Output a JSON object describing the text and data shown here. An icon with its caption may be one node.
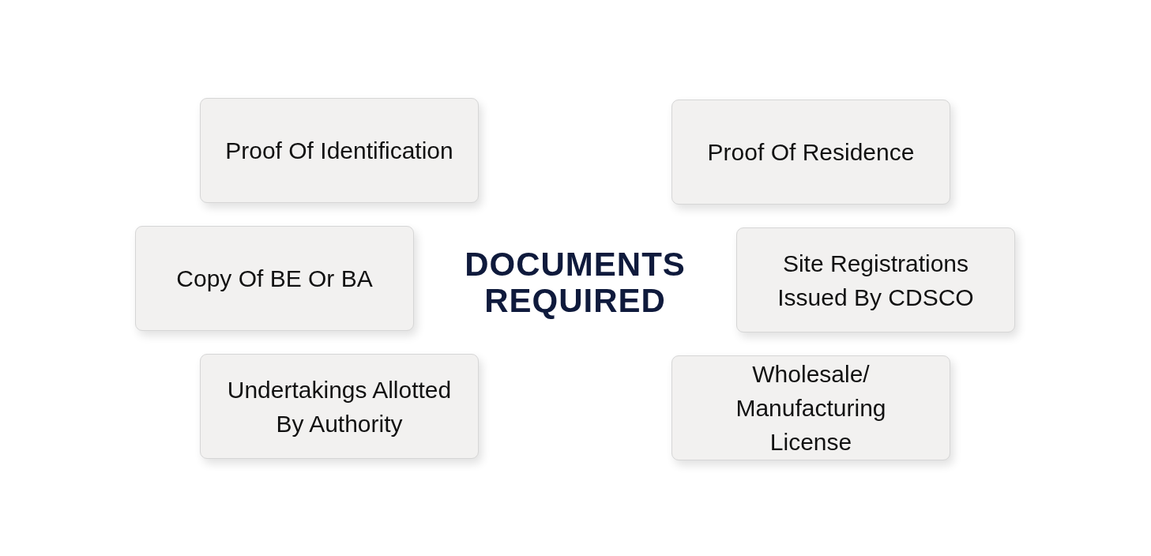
{
  "diagram": {
    "title": "DOCUMENTS REQUIRED",
    "nodes": [
      {
        "text": [
          "Proof Of Identification"
        ]
      },
      {
        "text": [
          "Proof Of Residence"
        ]
      },
      {
        "text": [
          "Copy Of BE Or BA"
        ]
      },
      {
        "text": [
          "Site Registrations Issued By CDSCO"
        ]
      },
      {
        "text": [
          "Undertakings Allotted By Authority"
        ]
      },
      {
        "text": [
          "Wholesale/ Manufacturing License"
        ]
      }
    ]
  }
}
